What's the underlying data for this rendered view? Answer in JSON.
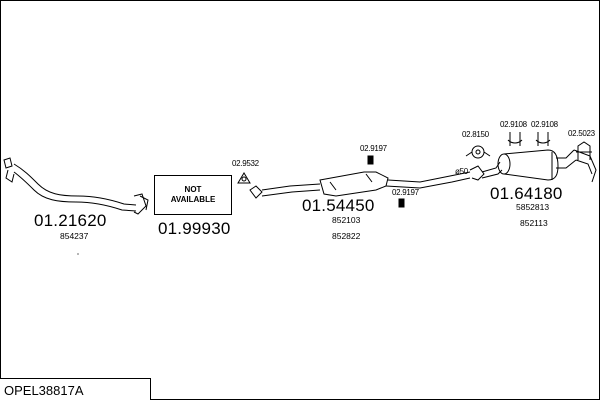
{
  "diagram": {
    "parts": [
      {
        "number": "01.21620",
        "ref": "854237"
      },
      {
        "number": "01.99930",
        "not_available": [
          "NOT",
          "AVAILABLE"
        ]
      },
      {
        "number": "01.54450",
        "refs": [
          "852103",
          "852822"
        ]
      },
      {
        "number": "01.64180",
        "refs": [
          "5852813",
          "852113"
        ]
      }
    ],
    "accessories": [
      "02.9532",
      "02.9197",
      "02.9197",
      "02.8150",
      "02.9108",
      "02.9108",
      "02.5023"
    ],
    "diameter_label": "ø50",
    "code": "OPEL38817A"
  }
}
